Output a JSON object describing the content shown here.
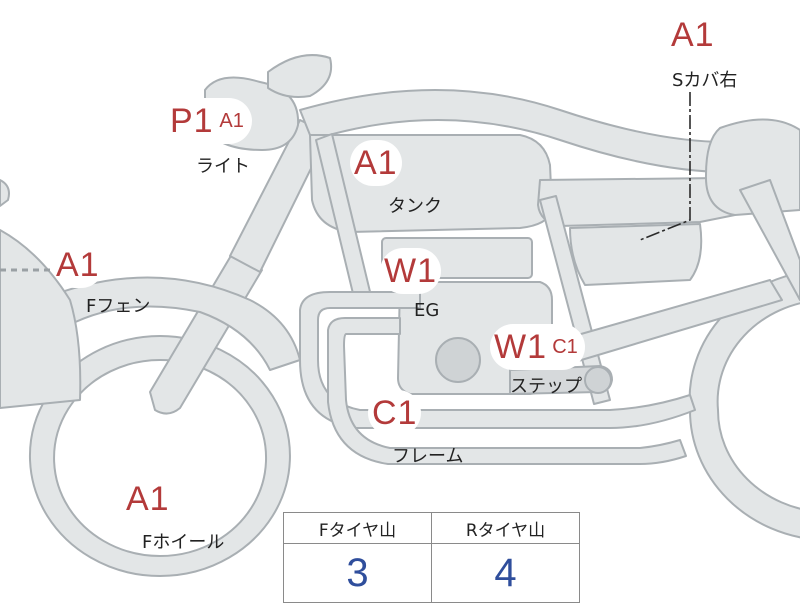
{
  "colors": {
    "part_fill": "#e3e6e7",
    "part_stroke": "#a9afb3",
    "grade": "#b33a3a",
    "tire_value": "#2f4e9c"
  },
  "annotations": {
    "s_cover": {
      "grade": "A1",
      "label": "Sカバ右"
    },
    "light": {
      "grade": "P1",
      "sub": "A1",
      "label": "ライト"
    },
    "tank": {
      "grade": "A1",
      "label": "タンク"
    },
    "f_fender": {
      "grade": "A1",
      "label": "Fフェン"
    },
    "engine": {
      "grade": "W1",
      "label": "EG"
    },
    "step": {
      "grade": "W1",
      "sub": "C1",
      "label": "ステップ"
    },
    "frame": {
      "grade": "C1",
      "label": "フレーム"
    },
    "f_wheel": {
      "grade": "A1",
      "label": "Fホイール"
    }
  },
  "tire_table": {
    "headers": [
      "Fタイヤ山",
      "Rタイヤ山"
    ],
    "values": [
      "3",
      "4"
    ]
  }
}
